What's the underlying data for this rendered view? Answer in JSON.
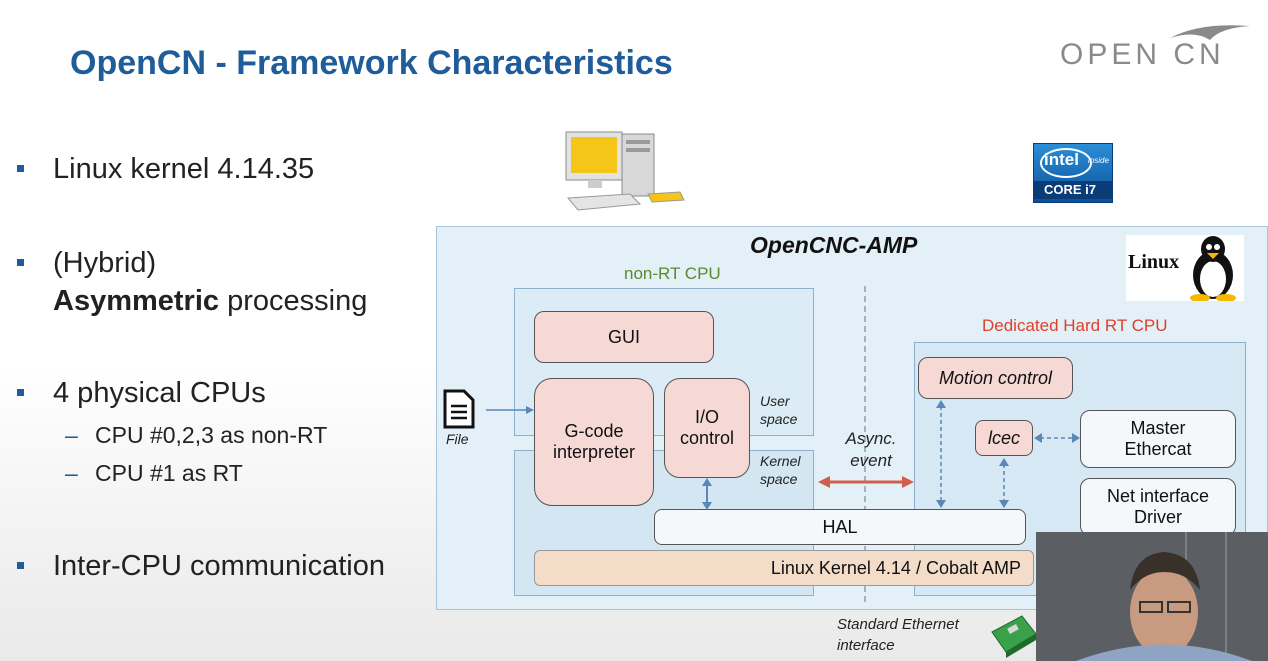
{
  "slide": {
    "title": "OpenCN - Framework Characteristics",
    "logo_text": "OPEN CN",
    "bullets": [
      {
        "line1": "Linux kernel 4.14.35"
      },
      {
        "line1": "(Hybrid)",
        "line2_bold": "Asymmetric",
        "line2_rest": " processing"
      },
      {
        "line1": "4 physical CPUs",
        "subs": [
          "CPU #0,2,3 as non-RT",
          "CPU #1 as RT"
        ]
      },
      {
        "line1": "Inter-CPU communication"
      }
    ],
    "intel_badge": {
      "brand": "intel",
      "inside": "inside",
      "model": "CORE i7"
    },
    "linux_badge": "Linux"
  },
  "diagram": {
    "title": "OpenCNC-AMP",
    "non_rt_label": "non-RT CPU",
    "rt_label": "Dedicated Hard RT CPU",
    "gui": "GUI",
    "gcode": "G-code interpreter",
    "io": "I/O control",
    "user_space": "User space",
    "kernel_space": "Kernel space",
    "async": "Async. event",
    "hal": "HAL",
    "kernel": "Linux Kernel 4.14 / Cobalt AMP",
    "motion": "Motion control",
    "lcec": "lcec",
    "master": "Master Ethercat",
    "netif": "Net interface Driver",
    "file": "File",
    "eth": "Standard Ethernet interface"
  },
  "colors": {
    "title": "#1f5c9a",
    "box": "#f6d9d4",
    "rt": "#e0402a",
    "nonrt": "#5a8a2a",
    "arrow_red": "#d0604a",
    "arrow_blue": "#5b86b8"
  }
}
